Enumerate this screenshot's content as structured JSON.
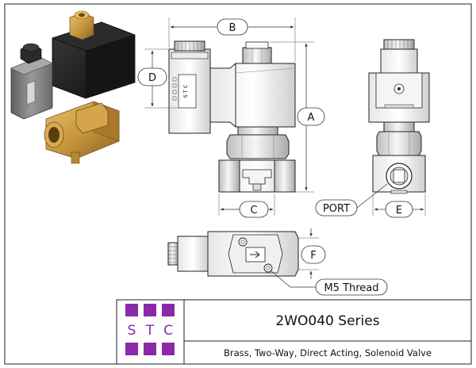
{
  "dimensions": {
    "a": "A",
    "b": "B",
    "c": "C",
    "d": "D",
    "e": "E",
    "f": "F"
  },
  "callouts": {
    "port": "PORT",
    "thread": "M5 Thread"
  },
  "nameplate_text": "S T C",
  "logo": {
    "letters": [
      "S",
      "T",
      "C"
    ],
    "color": "#8a2aa8"
  },
  "title_block": {
    "series": "2WO040 Series",
    "description": "Brass, Two-Way, Direct Acting, Solenoid Valve"
  },
  "colors": {
    "brass": "#c8973e",
    "coil": "#1a1a1a",
    "connector": "#7a7a7a"
  }
}
